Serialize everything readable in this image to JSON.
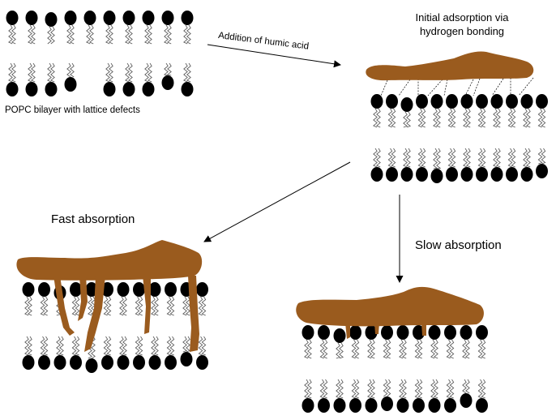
{
  "labels": {
    "bilayer_caption": "POPC bilayer with lattice defects",
    "initial_adsorption": "Initial adsorption via hydrogen bonding",
    "addition": "Addition of humic acid",
    "fast": "Fast absorption",
    "slow": "Slow absorption"
  },
  "colors": {
    "humic_acid": "#9a5b1e",
    "lipid_head": "#000000",
    "tail": "#555555",
    "arrow": "#000000"
  }
}
